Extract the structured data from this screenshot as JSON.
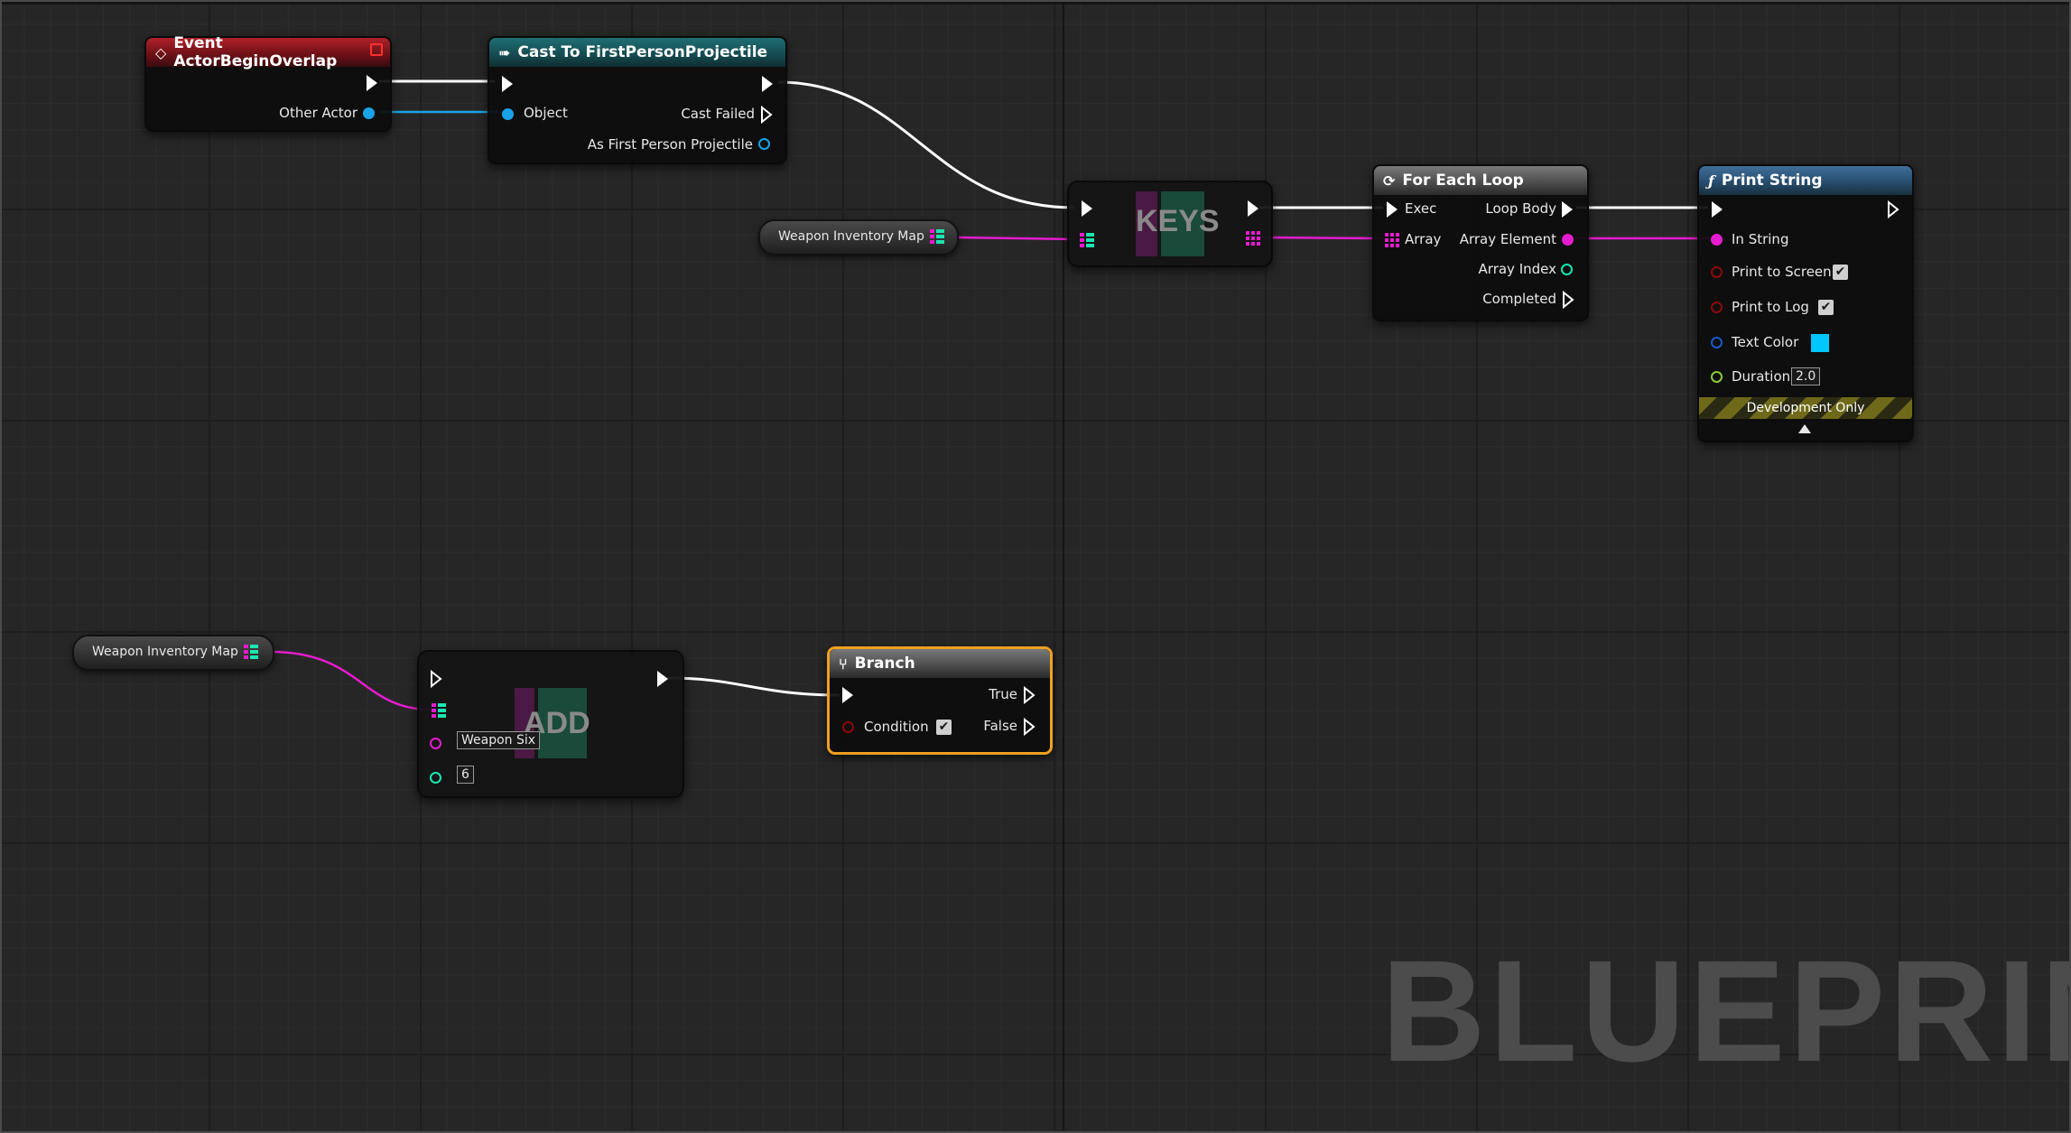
{
  "watermark": "BLUEPRINT",
  "colors": {
    "exec_wire": "#ffffff",
    "object_wire": "#1aa3e8",
    "map_wire": "#e61cd0",
    "selection_outline": "#f0a020",
    "text_color_swatch": "#00c8ff"
  },
  "nodes": {
    "event": {
      "title": "Event ActorBeginOverlap",
      "icon": "event-diamond-icon",
      "pins": {
        "other_actor": "Other Actor"
      }
    },
    "cast": {
      "title": "Cast To FirstPersonProjectile",
      "icon": "cast-arrow-icon",
      "pins": {
        "object": "Object",
        "cast_failed": "Cast Failed",
        "as_projectile": "As First Person Projectile"
      }
    },
    "var_top": {
      "label": "Weapon Inventory Map"
    },
    "keys": {
      "title": "KEYS"
    },
    "foreach": {
      "title": "For Each Loop",
      "icon": "loop-icon",
      "pins": {
        "exec": "Exec",
        "array": "Array",
        "loop_body": "Loop Body",
        "array_element": "Array Element",
        "array_index": "Array Index",
        "completed": "Completed"
      }
    },
    "print": {
      "title": "Print String",
      "icon": "function-icon",
      "pins": {
        "in_string": "In String",
        "print_to_screen": "Print to Screen",
        "print_to_log": "Print to Log",
        "text_color": "Text Color",
        "duration": "Duration",
        "duration_value": "2.0"
      },
      "print_to_screen_checked": true,
      "print_to_log_checked": true,
      "dev_only": "Development Only"
    },
    "var_bottom": {
      "label": "Weapon Inventory Map"
    },
    "add": {
      "title": "ADD",
      "key_value": "Weapon Six",
      "value_value": "6"
    },
    "branch": {
      "title": "Branch",
      "icon": "branch-icon",
      "pins": {
        "true": "True",
        "false": "False",
        "condition": "Condition"
      },
      "condition_checked": true
    }
  }
}
